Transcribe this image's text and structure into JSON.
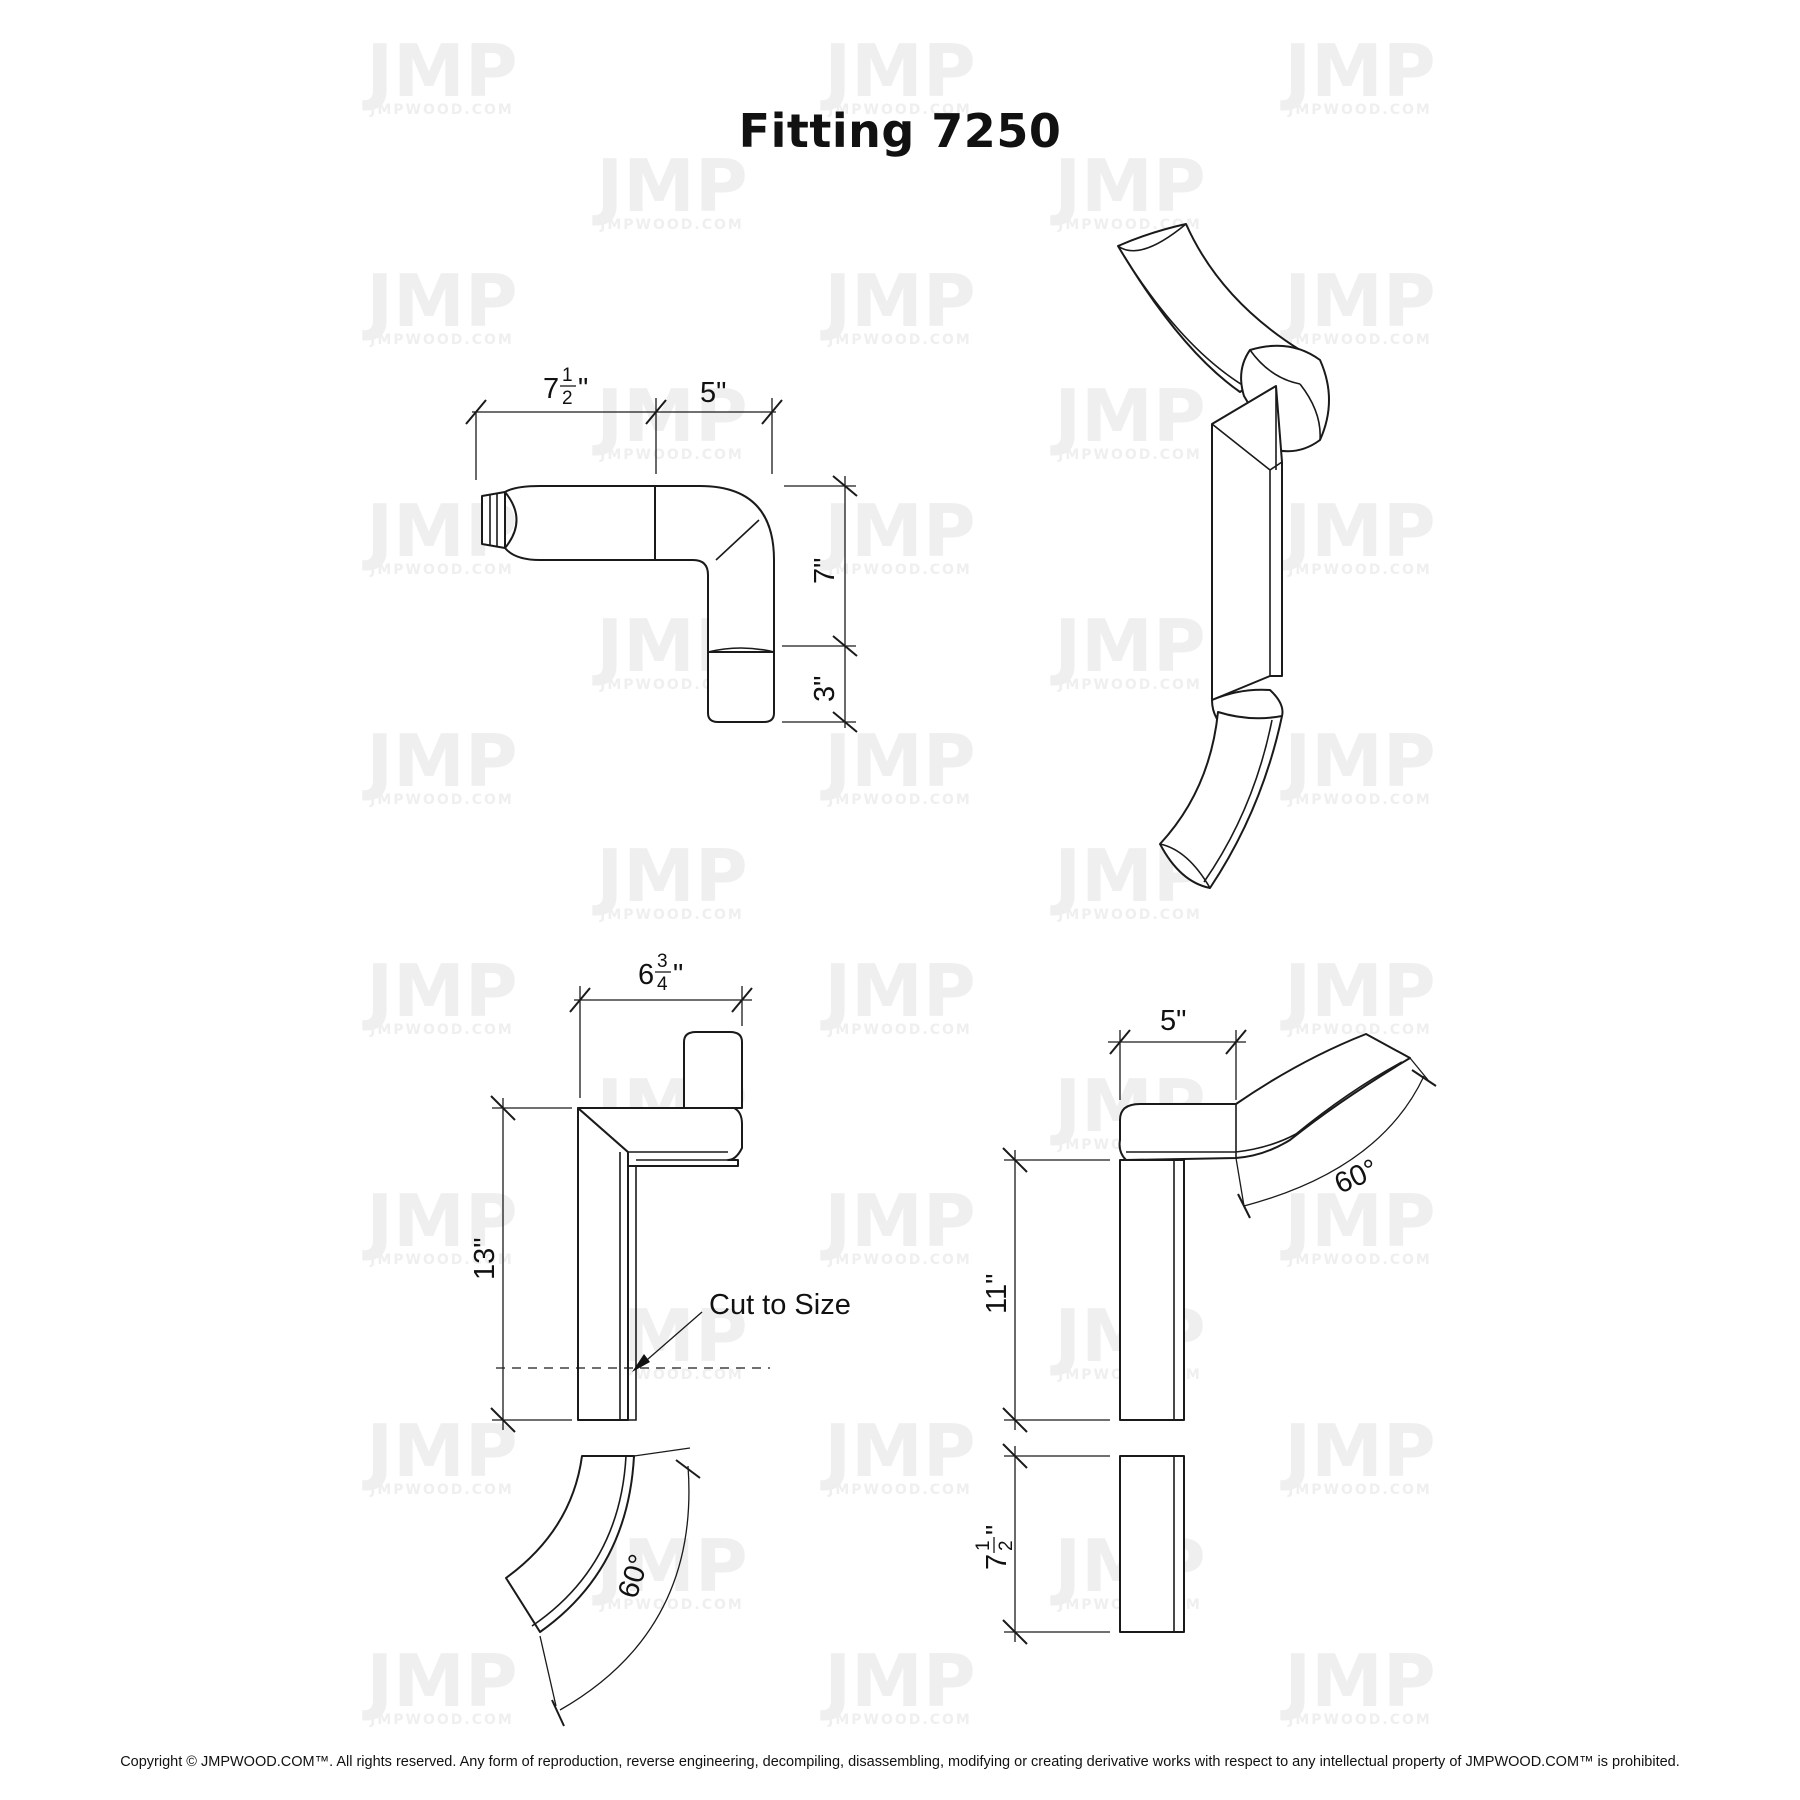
{
  "title": "Fitting 7250",
  "watermark": {
    "logo": "JMP",
    "site": "JMPWOOD.COM"
  },
  "views": {
    "top_view": {
      "dim_length_whole": "7",
      "dim_length_frac_num": "1",
      "dim_length_frac_den": "2",
      "dim_length_unit": "\"",
      "dim_offset": "5\"",
      "dim_drop": "7\"",
      "dim_leg": "3\""
    },
    "front_view": {
      "dim_width_whole": "6",
      "dim_width_frac_num": "3",
      "dim_width_frac_den": "4",
      "dim_width_unit": "\"",
      "dim_height": "13\"",
      "note": "Cut to Size",
      "angle": "60°"
    },
    "side_view": {
      "dim_offset": "5\"",
      "dim_height": "11\"",
      "dim_lower_whole": "7",
      "dim_lower_frac_num": "1",
      "dim_lower_frac_den": "2",
      "dim_lower_unit": "\"",
      "angle": "60°"
    }
  },
  "copyright": "Copyright © JMPWOOD.COM™. All rights reserved. Any form of reproduction, reverse engineering, decompiling, disassembling, modifying or creating derivative works with respect to any intellectual property of JMPWOOD.COM™ is prohibited."
}
